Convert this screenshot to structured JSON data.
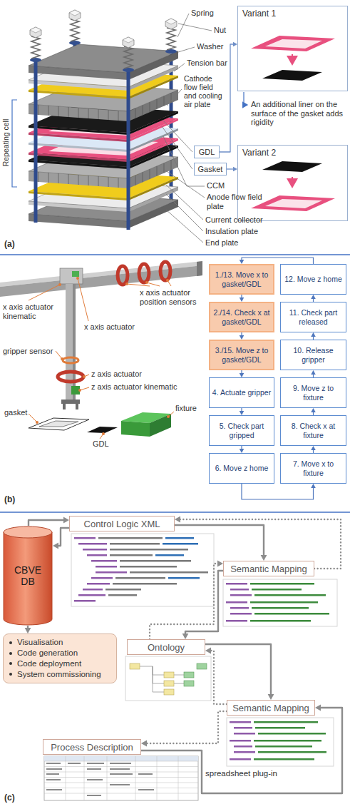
{
  "diagram": {
    "nodes": [
      {
        "text": [
          "GDL"
        ]
      },
      {
        "text": [
          "Gasket"
        ]
      },
      {
        "text": [
          "Variant 1"
        ]
      },
      {
        "text": [
          "Variant 2"
        ]
      },
      {
        "text": [
          "1./13. Move x to gasket/GDL"
        ]
      },
      {
        "text": [
          "2./14. Check x at gasket/GDL"
        ]
      },
      {
        "text": [
          "3./15. Move z to gasket/GDL"
        ]
      },
      {
        "text": [
          "4. Actuate gripper"
        ]
      },
      {
        "text": [
          "5. Check part gripped"
        ]
      },
      {
        "text": [
          "6. Move z home"
        ]
      },
      {
        "text": [
          "12. Move z home"
        ]
      },
      {
        "text": [
          "11. Check part released"
        ]
      },
      {
        "text": [
          "10. Release gripper"
        ]
      },
      {
        "text": [
          "9. Move z to fixture"
        ]
      },
      {
        "text": [
          "8. Check x at fixture"
        ]
      },
      {
        "text": [
          "7. Move x to fixture"
        ]
      },
      {
        "text": [
          "Control Logic XML"
        ]
      },
      {
        "text": [
          "CBVE DB"
        ]
      },
      {
        "text": [
          "Semantic Mapping"
        ]
      },
      {
        "text": [
          "Visualisation",
          "Code generation",
          "Code deployment",
          "System commissioning"
        ]
      },
      {
        "text": [
          "Ontology"
        ]
      },
      {
        "text": [
          "Semantic Mapping"
        ]
      },
      {
        "text": [
          "Process Description"
        ]
      }
    ],
    "edges": [
      {
        "from": 0,
        "to": 2,
        "arrow": "to"
      },
      {
        "from": 1,
        "to": 3,
        "arrow": "to"
      },
      {
        "from": 4,
        "to": 5,
        "arrow": "to"
      },
      {
        "from": 5,
        "to": 6,
        "arrow": "to"
      },
      {
        "from": 6,
        "to": 7,
        "arrow": "to"
      },
      {
        "from": 7,
        "to": 8,
        "arrow": "to"
      },
      {
        "from": 8,
        "to": 9,
        "arrow": "to"
      },
      {
        "from": 9,
        "to": 15,
        "arrow": "to"
      },
      {
        "from": 15,
        "to": 14,
        "arrow": "to"
      },
      {
        "from": 14,
        "to": 13,
        "arrow": "to"
      },
      {
        "from": 13,
        "to": 12,
        "arrow": "to"
      },
      {
        "from": 12,
        "to": 11,
        "arrow": "to"
      },
      {
        "from": 11,
        "to": 10,
        "arrow": "to"
      },
      {
        "from": 10,
        "to": 4,
        "arrow": "to"
      },
      {
        "from": 17,
        "to": 16,
        "arrow": "to"
      },
      {
        "from": 16,
        "to": 17,
        "arrow": "to"
      },
      {
        "from": 16,
        "to": 18,
        "arrow": "to"
      },
      {
        "from": 18,
        "to": 16,
        "arrow": "to"
      },
      {
        "from": 17,
        "to": 19,
        "arrow": "to"
      },
      {
        "from": 18,
        "to": 20,
        "arrow": "to"
      },
      {
        "from": 20,
        "to": 18,
        "arrow": "to"
      },
      {
        "from": 20,
        "to": 21,
        "arrow": "to"
      },
      {
        "from": 21,
        "to": 20,
        "arrow": "to"
      },
      {
        "from": 21,
        "to": 22,
        "arrow": "to"
      },
      {
        "from": 22,
        "to": 21,
        "arrow": "to"
      }
    ],
    "labels": [
      "Spring",
      "Nut",
      "Washer",
      "Tension bar",
      "Cathode flow field and cooling air plate",
      "Repeating cell",
      "CCM",
      "Anode flow field plate",
      "Current collector",
      "Insulation plate",
      "End plate",
      "(a)",
      "An additional liner on the surface of the gasket adds rigidity",
      "x axis actuator position sensors",
      "x axis actuator kinematic",
      "x axis actuator",
      "gripper sensor",
      "z axis actuator",
      "z axis actuator kinematic",
      "gasket",
      "GDL",
      "fixture",
      "(b)",
      "spreadsheet plug-in",
      "(c)"
    ]
  }
}
